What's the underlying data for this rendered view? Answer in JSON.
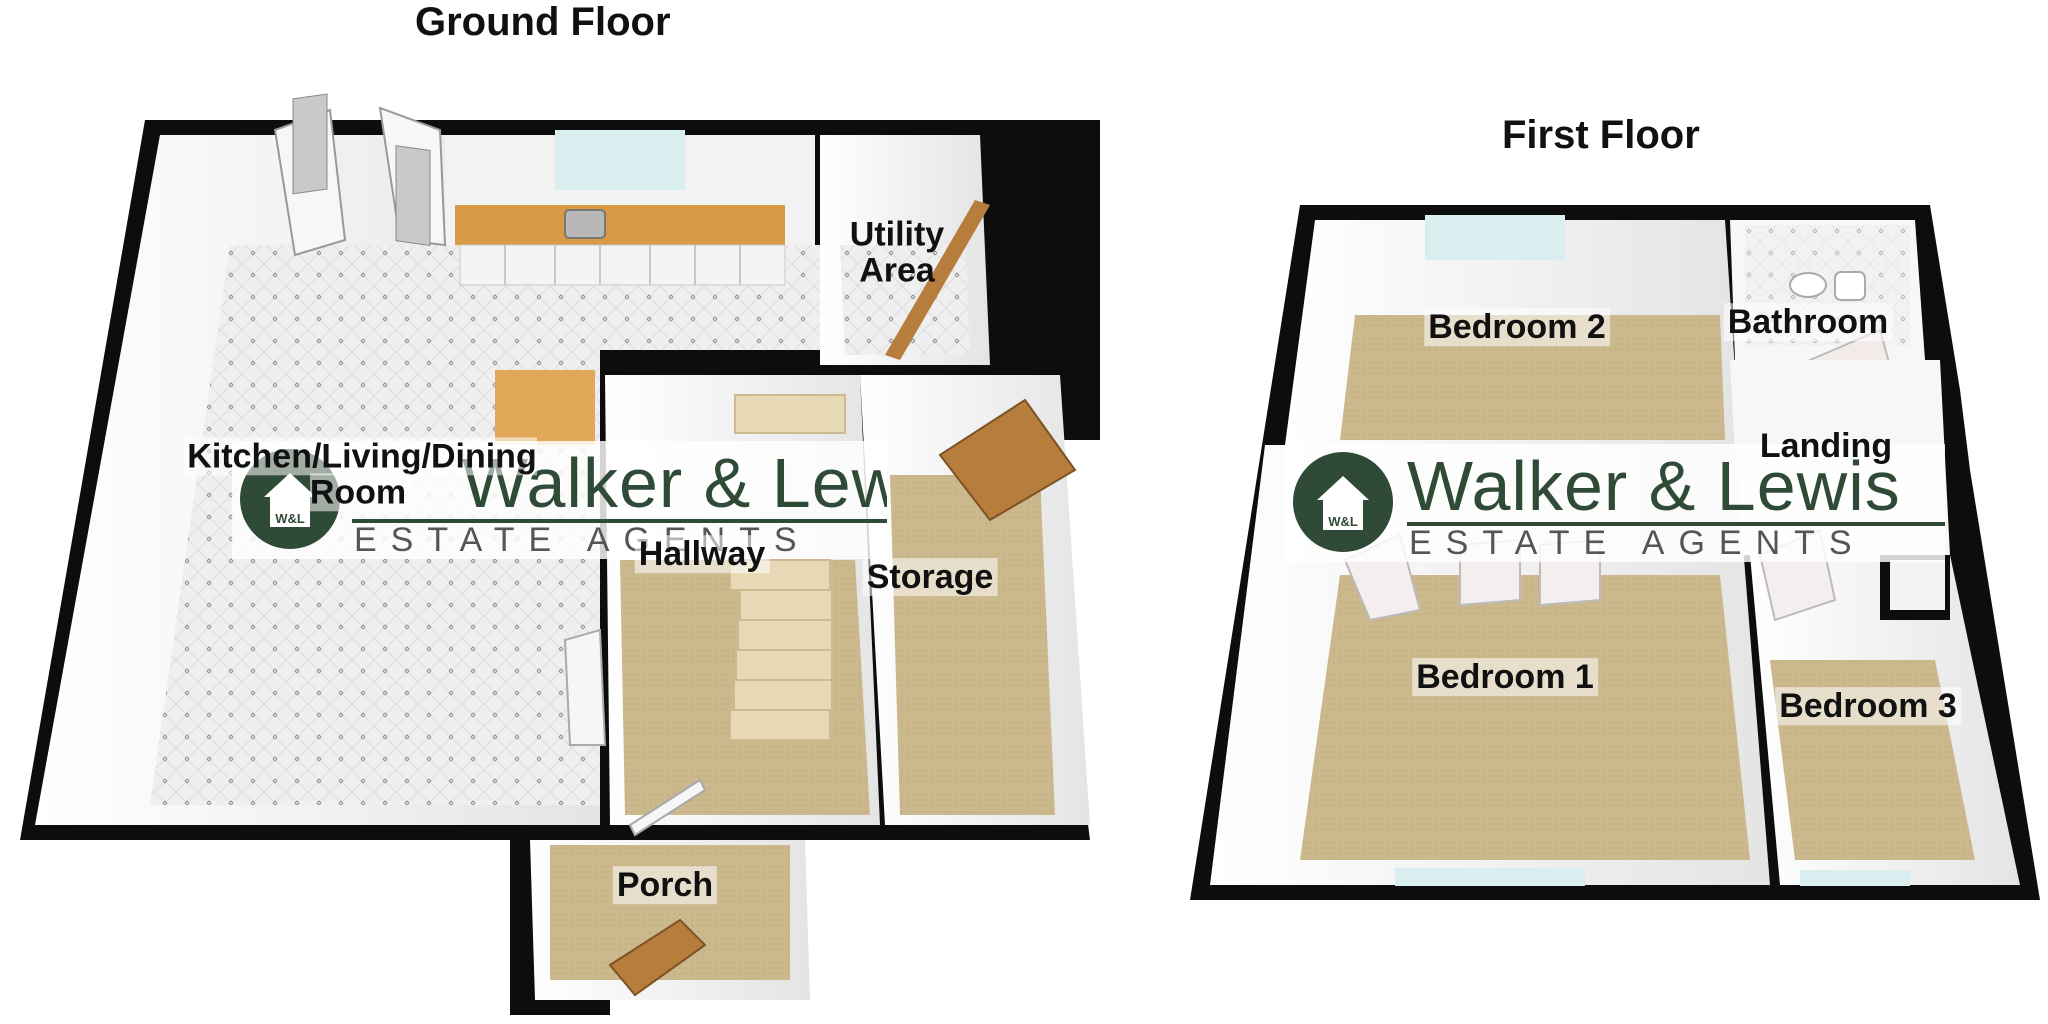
{
  "floors": {
    "ground": {
      "title": "Ground Floor",
      "rooms": {
        "kitchen": "Kitchen/Living/Dining Room",
        "utility": "Utility Area",
        "hallway": "Hallway",
        "storage": "Storage",
        "porch": "Porch"
      }
    },
    "first": {
      "title": "First Floor",
      "rooms": {
        "bedroom2": "Bedroom 2",
        "bathroom": "Bathroom",
        "landing": "Landing",
        "bedroom1": "Bedroom 1",
        "bedroom3": "Bedroom 3"
      }
    }
  },
  "watermark": {
    "name": "Walker & Lewis",
    "tagline": "ESTATE AGENTS",
    "logo_initials": "W&L"
  },
  "colors": {
    "wall": "#0d0d0d",
    "carpet": "#c9b88c",
    "tile_floor": "#ececec",
    "worktop": "#d99a45",
    "door_wood": "#b77d3c",
    "brand_green": "#2f4a37"
  }
}
